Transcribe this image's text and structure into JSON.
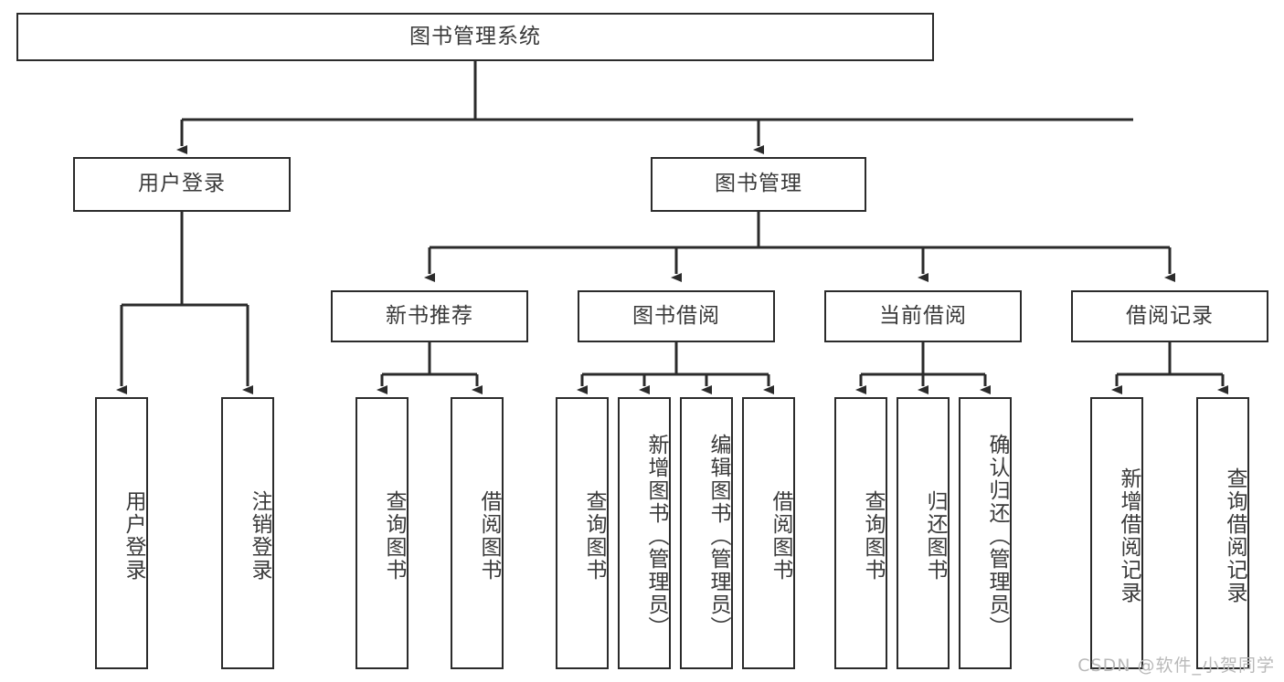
{
  "diagram": {
    "title": "图书管理系统",
    "type": "tree",
    "stroke_color": "#2b2b2b",
    "fill_color": "#ffffff",
    "text_color": "#3a3a3a",
    "root": {
      "label": "图书管理系统"
    },
    "level2": [
      {
        "label": "用户登录"
      },
      {
        "label": "图书管理"
      }
    ],
    "level3": [
      {
        "label": "新书推荐"
      },
      {
        "label": "图书借阅"
      },
      {
        "label": "当前借阅"
      },
      {
        "label": "借阅记录"
      }
    ],
    "leaves": {
      "user_login": [
        {
          "label": "用户登录"
        },
        {
          "label": "注销登录"
        }
      ],
      "new_book_recommend": [
        {
          "label": "查询图书"
        },
        {
          "label": "借阅图书"
        }
      ],
      "book_borrow": [
        {
          "label": "查询图书"
        },
        {
          "label": "新增图书（管理员）"
        },
        {
          "label": "编辑图书（管理员）"
        },
        {
          "label": "借阅图书"
        }
      ],
      "current_borrow": [
        {
          "label": "查询图书"
        },
        {
          "label": "归还图书"
        },
        {
          "label": "确认归还（管理员）"
        }
      ],
      "borrow_record": [
        {
          "label": "新增借阅记录"
        },
        {
          "label": "查询借阅记录"
        }
      ]
    }
  },
  "watermark": {
    "text": "CSDN @软件_小贺同学"
  }
}
